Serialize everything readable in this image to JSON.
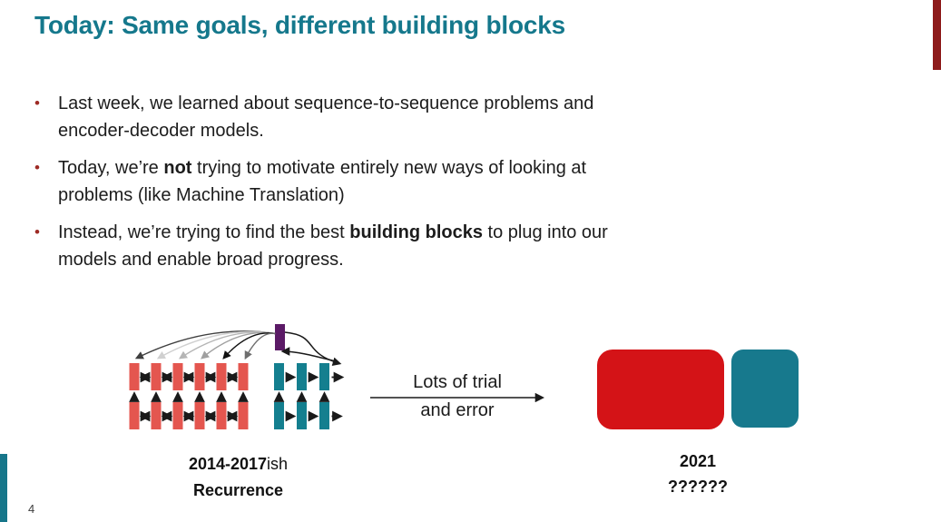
{
  "slide": {
    "title": "Today: Same goals, different building blocks",
    "page_number": "4",
    "bullet_char": "•",
    "bullets": [
      {
        "pre": "Last week, we learned about sequence-to-sequence problems and encoder-decoder models.",
        "bold": "",
        "post": ""
      },
      {
        "pre": "Today, we’re ",
        "bold": "not",
        "post": " trying to motivate entirely new ways of looking at problems (like Machine Translation)"
      },
      {
        "pre": "Instead, we’re trying to find the best ",
        "bold": "building blocks",
        "post": " to plug into our models and enable broad progress."
      }
    ]
  },
  "diagram": {
    "transition_label_line1": "Lots of trial",
    "transition_label_line2": "and error",
    "left_caption_bold": "2014-2017",
    "left_caption_suffix": "ish",
    "left_caption_line2": "Recurrence",
    "right_caption_line1": "2021",
    "right_caption_line2": "??????",
    "colors": {
      "encoder_red": "#e4564f",
      "decoder_teal": "#147f8f",
      "attention_purple": "#5b1a66",
      "block_red_2021": "#d41317",
      "block_teal_2021": "#17798d",
      "arrow_black": "#1a1a1a",
      "attention_arrow_shades": [
        "#3f3f3f",
        "#d0d0d0",
        "#b5b5b5",
        "#a0a0a0",
        "#111111",
        "#6e6e6e"
      ]
    }
  },
  "theme": {
    "title_color": "#15788c",
    "accent_maroon": "#8e1b1b",
    "accent_teal": "#16768a",
    "bullet_dot_color": "#9e2b25"
  }
}
